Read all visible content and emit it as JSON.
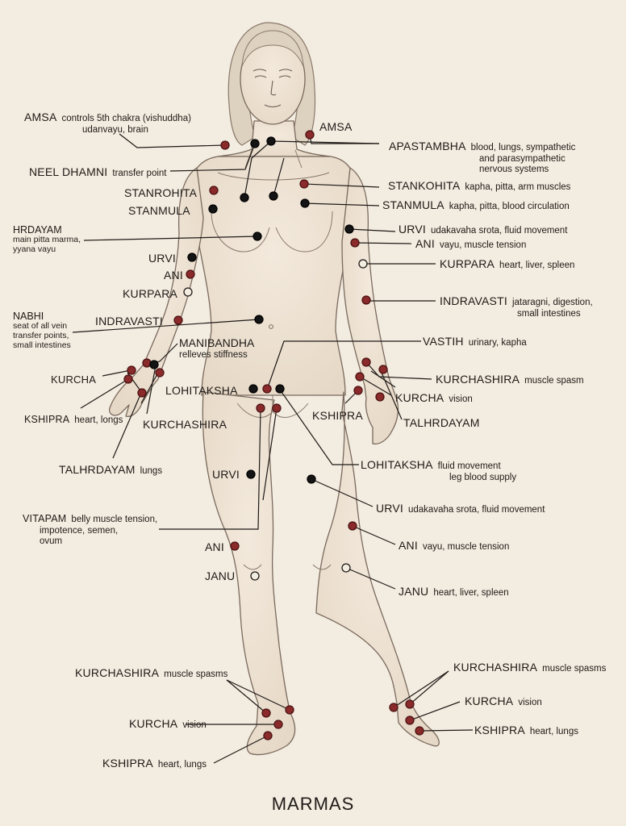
{
  "title": "MARMAS",
  "colors": {
    "background": "#f3ece0",
    "line": "#1e1a17",
    "dot_red": "#8a2a2a",
    "dot_black": "#141414",
    "skin_stroke": "#7a6a5e",
    "skin_fill": "#efe4d6"
  },
  "labels": {
    "amsa_left": {
      "name": "AMSA",
      "desc1": "controls 5th chakra (vishuddha)",
      "desc2": "udanvayu, brain"
    },
    "neel_dhamni": {
      "name": "NEEL DHAMNI",
      "desc": "transfer point"
    },
    "amsa_right": {
      "name": "AMSA"
    },
    "apastambha": {
      "name": "APASTAMBHA",
      "desc1": "blood, lungs, sympathetic",
      "desc2": "and parasympathetic",
      "desc3": "nervous systems"
    },
    "stanrohita": {
      "name": "STANROHITA"
    },
    "stanmula_left": {
      "name": "STANMULA"
    },
    "stankohita": {
      "name": "STANKOHITA",
      "desc": "kapha, pitta, arm muscles"
    },
    "stanmula_right": {
      "name": "STANMULA",
      "desc": "kapha, pitta, blood circulation"
    },
    "hrdayam": {
      "name": "HRDAYAM",
      "desc1": "main pitta marma,",
      "desc2": "yyana vayu"
    },
    "urvi_arm_right": {
      "name": "URVI",
      "desc": "udakavaha srota, fluid movement"
    },
    "ani_arm_right": {
      "name": "ANI",
      "desc": "vayu, muscle tension"
    },
    "kurpara_right": {
      "name": "KURPARA",
      "desc": "heart, liver, spleen"
    },
    "urvi_arm_left": {
      "name": "URVI"
    },
    "ani_arm_left": {
      "name": "ANI"
    },
    "kurpara_left": {
      "name": "KURPARA"
    },
    "indravasti_right": {
      "name": "INDRAVASTI",
      "desc1": "jataragni, digestion,",
      "desc2": "small intestines"
    },
    "nabhi": {
      "name": "NABHI",
      "desc1": "seat of all vein",
      "desc2": "transfer points,",
      "desc3": "small intestines"
    },
    "indravasti_left": {
      "name": "INDRAVASTI"
    },
    "manibandha": {
      "name": "MANIBANDHA",
      "desc": "relleves stiffness"
    },
    "vastih": {
      "name": "VASTIH",
      "desc": "urinary, kapha"
    },
    "kurcha_hand_left": {
      "name": "KURCHA"
    },
    "kshipra_hand_left": {
      "name": "KSHIPRA",
      "desc": "heart, longs"
    },
    "lohitaksha_left": {
      "name": "LOHITAKSHA"
    },
    "kurchashira_hand_left": {
      "name": "KURCHASHIRA"
    },
    "kurchashira_hand_right": {
      "name": "KURCHASHIRA",
      "desc": "muscle spasm"
    },
    "kurcha_hand_right": {
      "name": "KURCHA",
      "desc": "vision"
    },
    "kshipra_hand_right": {
      "name": "KSHIPRA"
    },
    "talhrdayam_right": {
      "name": "TALHRDAYAM"
    },
    "talhrdayam_left": {
      "name": "TALHRDAYAM",
      "desc": "lungs"
    },
    "urvi_leg_left": {
      "name": "URVI"
    },
    "lohitaksha_right": {
      "name": "LOHITAKSHA",
      "desc1": "fluid movement",
      "desc2": "leg blood supply"
    },
    "urvi_leg_right": {
      "name": "URVI",
      "desc": "udakavaha srota, fluid movement"
    },
    "vitapam": {
      "name": "VITAPAM",
      "desc1": "belly muscle tension,",
      "desc2": "impotence, semen,",
      "desc3": "ovum"
    },
    "ani_leg_right": {
      "name": "ANI",
      "desc": "vayu, muscle tension"
    },
    "ani_leg_left": {
      "name": "ANI"
    },
    "janu_left": {
      "name": "JANU"
    },
    "janu_right": {
      "name": "JANU",
      "desc": "heart, liver, spleen"
    },
    "kurchashira_foot_left": {
      "name": "KURCHASHIRA",
      "desc": "muscle spasms"
    },
    "kurchashira_foot_right": {
      "name": "KURCHASHIRA",
      "desc": "muscle spasms"
    },
    "kurcha_foot_right": {
      "name": "KURCHA",
      "desc": "vision"
    },
    "kurcha_foot_left": {
      "name": "KURCHA",
      "desc": "vision"
    },
    "kshipra_foot_right": {
      "name": "KSHIPRA",
      "desc": "heart, lungs"
    },
    "kshipra_foot_left": {
      "name": "KSHIPRA",
      "desc": "heart, lungs"
    }
  }
}
